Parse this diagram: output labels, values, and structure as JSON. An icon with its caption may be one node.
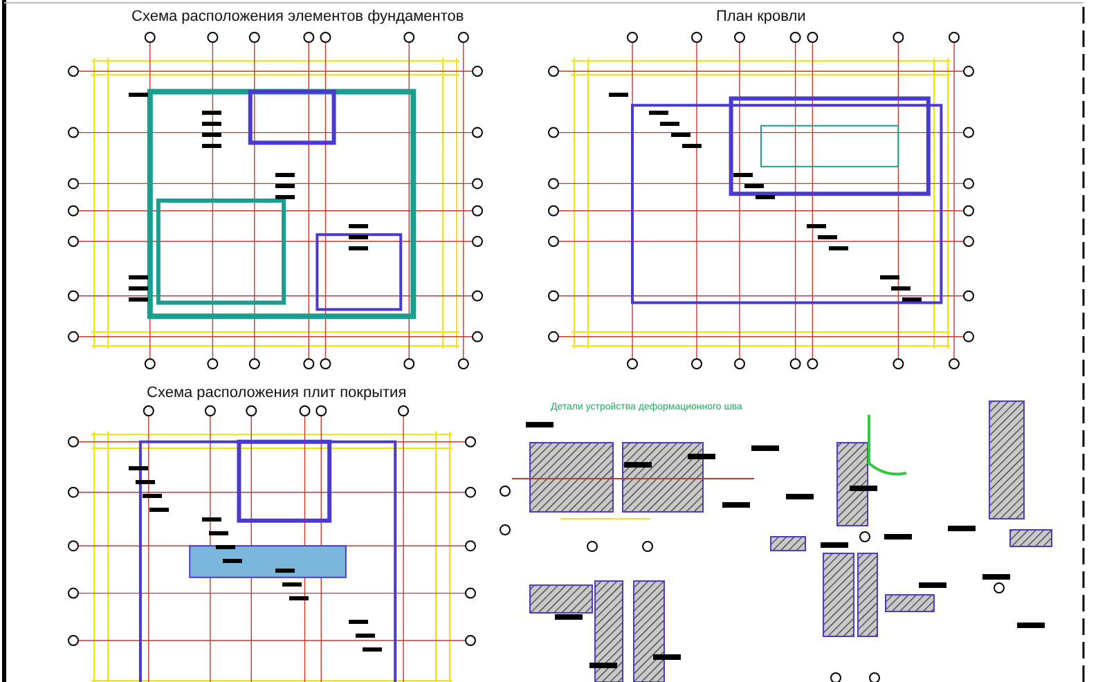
{
  "diagram": {
    "labels": [
      "Схема расположения элементов фундаментов",
      "План кровли",
      "Схема расположения плит покрытия",
      "Детали устройства деформационного шва"
    ]
  }
}
